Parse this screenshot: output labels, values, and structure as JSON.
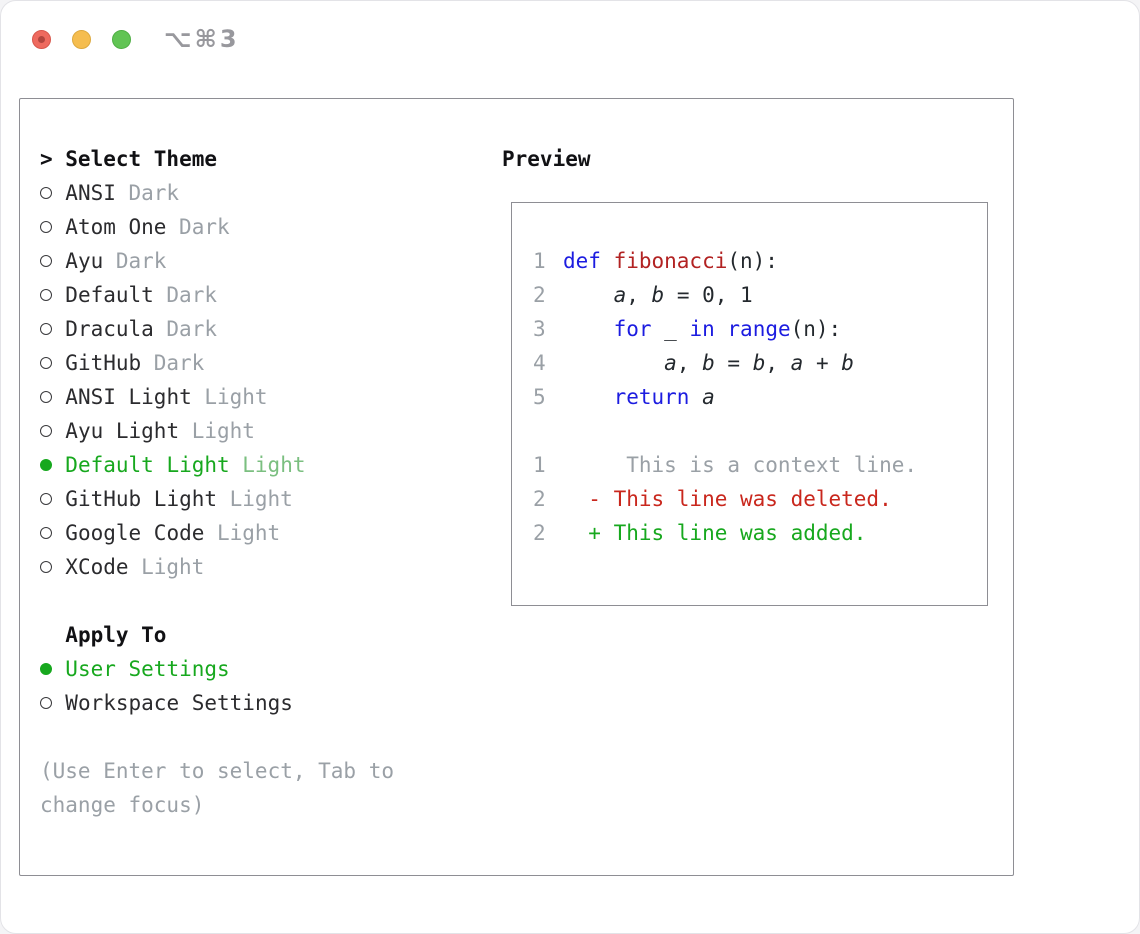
{
  "window": {
    "title": "⌥⌘3"
  },
  "colors": {
    "accent_green": "#17a81e",
    "keyword_blue": "#1c1ce0",
    "function_red": "#b22222",
    "deleted_red": "#c9271d",
    "muted_gray": "#9aa0a6"
  },
  "panel": {
    "theme_selector": {
      "header": "> Select Theme",
      "items": [
        {
          "name": "ANSI",
          "variant": "Dark",
          "selected": false
        },
        {
          "name": "Atom One",
          "variant": "Dark",
          "selected": false
        },
        {
          "name": "Ayu",
          "variant": "Dark",
          "selected": false
        },
        {
          "name": "Default",
          "variant": "Dark",
          "selected": false
        },
        {
          "name": "Dracula",
          "variant": "Dark",
          "selected": false
        },
        {
          "name": "GitHub",
          "variant": "Dark",
          "selected": false
        },
        {
          "name": "ANSI Light",
          "variant": "Light",
          "selected": false
        },
        {
          "name": "Ayu Light",
          "variant": "Light",
          "selected": false
        },
        {
          "name": "Default Light",
          "variant": "Light",
          "selected": true
        },
        {
          "name": "GitHub Light",
          "variant": "Light",
          "selected": false
        },
        {
          "name": "Google Code",
          "variant": "Light",
          "selected": false
        },
        {
          "name": "XCode",
          "variant": "Light",
          "selected": false
        }
      ]
    },
    "apply_to": {
      "header": "Apply To",
      "items": [
        {
          "label": "User Settings",
          "selected": true
        },
        {
          "label": "Workspace Settings",
          "selected": false
        }
      ]
    },
    "hint_lines": [
      "(Use Enter to select, Tab to",
      "change focus)"
    ],
    "preview": {
      "title": "Preview",
      "code_lines": [
        {
          "num": "1",
          "tokens": [
            {
              "t": "def ",
              "c": "kw"
            },
            {
              "t": "fibonacci",
              "c": "fn"
            },
            {
              "t": "(n):",
              "c": "plain"
            }
          ]
        },
        {
          "num": "2",
          "tokens": [
            {
              "t": "    ",
              "c": "plain"
            },
            {
              "t": "a",
              "c": "var"
            },
            {
              "t": ", ",
              "c": "plain"
            },
            {
              "t": "b",
              "c": "var"
            },
            {
              "t": " = 0, 1",
              "c": "plain"
            }
          ]
        },
        {
          "num": "3",
          "tokens": [
            {
              "t": "    ",
              "c": "plain"
            },
            {
              "t": "for",
              "c": "kw"
            },
            {
              "t": " _ ",
              "c": "plain"
            },
            {
              "t": "in",
              "c": "kw"
            },
            {
              "t": " ",
              "c": "plain"
            },
            {
              "t": "range",
              "c": "kw"
            },
            {
              "t": "(n):",
              "c": "plain"
            }
          ]
        },
        {
          "num": "4",
          "tokens": [
            {
              "t": "        ",
              "c": "plain"
            },
            {
              "t": "a",
              "c": "var"
            },
            {
              "t": ", ",
              "c": "plain"
            },
            {
              "t": "b",
              "c": "var"
            },
            {
              "t": " = ",
              "c": "plain"
            },
            {
              "t": "b",
              "c": "var"
            },
            {
              "t": ", ",
              "c": "plain"
            },
            {
              "t": "a",
              "c": "var"
            },
            {
              "t": " + ",
              "c": "plain"
            },
            {
              "t": "b",
              "c": "var"
            }
          ]
        },
        {
          "num": "5",
          "tokens": [
            {
              "t": "    ",
              "c": "plain"
            },
            {
              "t": "return",
              "c": "kw"
            },
            {
              "t": " ",
              "c": "plain"
            },
            {
              "t": "a",
              "c": "var"
            }
          ]
        },
        {
          "num": "",
          "tokens": []
        },
        {
          "num": "1",
          "tokens": [
            {
              "t": "     This is a context line.",
              "c": "ctx"
            }
          ]
        },
        {
          "num": "2",
          "tokens": [
            {
              "t": "  - This line was deleted.",
              "c": "del"
            }
          ]
        },
        {
          "num": "2",
          "tokens": [
            {
              "t": "  + This line was added.",
              "c": "add"
            }
          ]
        }
      ]
    }
  }
}
